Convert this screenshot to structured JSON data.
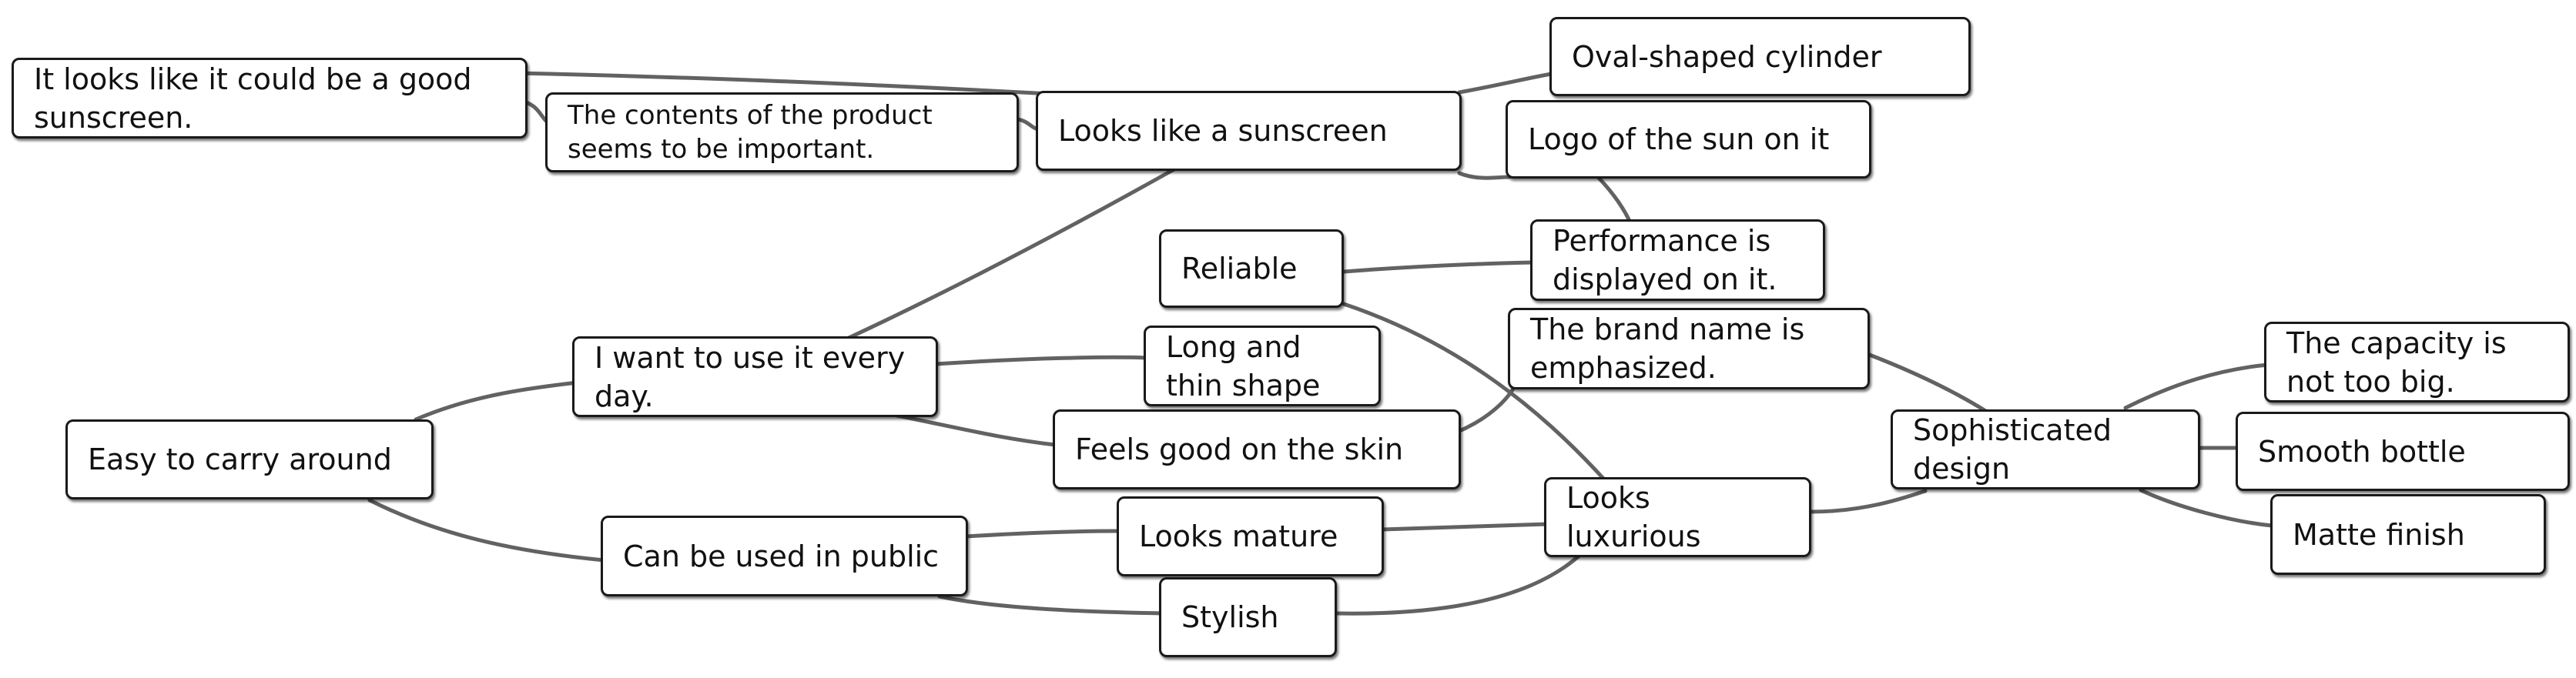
{
  "nodes": {
    "good_sunscreen": "It looks like it could be a good sunscreen.",
    "contents_important": "The contents of the product seems to be important.",
    "looks_like_sunscreen": "Looks like a sunscreen",
    "oval_cylinder": "Oval-shaped cylinder",
    "logo_sun": "Logo of the sun on it",
    "reliable": "Reliable",
    "performance_displayed": "Performance is displayed on it.",
    "brand_emphasized": "The brand name is emphasized.",
    "use_every_day": "I want to use it every day.",
    "long_thin": "Long and thin shape",
    "feels_good": "Feels good on the skin",
    "easy_carry": "Easy to carry around",
    "used_in_public": "Can be used in public",
    "looks_mature": "Looks mature",
    "stylish": "Stylish",
    "looks_luxurious": "Looks luxurious",
    "sophisticated_design": "Sophisticated design",
    "capacity_not_big": "The capacity is not too big.",
    "smooth_bottle": "Smooth bottle",
    "matte_finish": "Matte finish"
  },
  "edges": [
    [
      "good_sunscreen",
      "contents_important"
    ],
    [
      "good_sunscreen",
      "looks_like_sunscreen"
    ],
    [
      "contents_important",
      "looks_like_sunscreen"
    ],
    [
      "looks_like_sunscreen",
      "oval_cylinder"
    ],
    [
      "looks_like_sunscreen",
      "logo_sun"
    ],
    [
      "logo_sun",
      "performance_displayed"
    ],
    [
      "looks_like_sunscreen",
      "use_every_day"
    ],
    [
      "reliable",
      "performance_displayed"
    ],
    [
      "reliable",
      "looks_luxurious"
    ],
    [
      "use_every_day",
      "long_thin"
    ],
    [
      "use_every_day",
      "feels_good"
    ],
    [
      "feels_good",
      "brand_emphasized"
    ],
    [
      "brand_emphasized",
      "sophisticated_design"
    ],
    [
      "easy_carry",
      "use_every_day"
    ],
    [
      "easy_carry",
      "used_in_public"
    ],
    [
      "used_in_public",
      "looks_mature"
    ],
    [
      "used_in_public",
      "stylish"
    ],
    [
      "looks_mature",
      "looks_luxurious"
    ],
    [
      "stylish",
      "looks_luxurious"
    ],
    [
      "looks_luxurious",
      "sophisticated_design"
    ],
    [
      "sophisticated_design",
      "capacity_not_big"
    ],
    [
      "sophisticated_design",
      "smooth_bottle"
    ],
    [
      "sophisticated_design",
      "matte_finish"
    ]
  ]
}
